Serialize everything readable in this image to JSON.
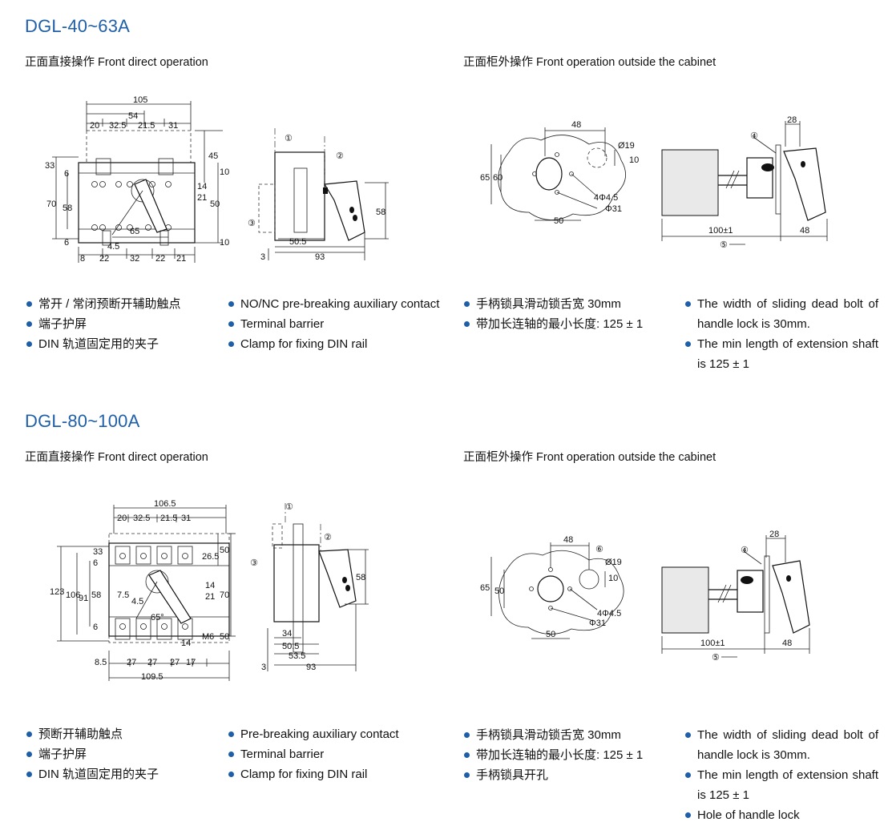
{
  "section1": {
    "title": "DGL-40~63A",
    "sub_left": "正面直接操作 Front direct operation",
    "sub_right": "正面柜外操作 Front operation outside the cabinet",
    "bullets_cn_left": [
      "常开 / 常闭预断开辅助触点",
      "端子护屏",
      "DIN 轨道固定用的夹子"
    ],
    "bullets_en_left": [
      "NO/NC pre-breaking auxiliary contact",
      "Terminal barrier",
      "Clamp for fixing DIN rail"
    ],
    "bullets_cn_right": [
      "手柄锁具滑动锁舌宽 30mm",
      "带加长连轴的最小长度:  125 ± 1"
    ],
    "bullets_en_right": [
      "The width of sliding dead bolt of handle lock is 30mm.",
      "The min length of extension shaft is 125 ± 1"
    ],
    "dims_front": [
      "105",
      "54",
      "20",
      "32.5",
      "21.5",
      "31",
      "33",
      "6",
      "45",
      "10",
      "70",
      "58",
      "14",
      "21",
      "50",
      "6",
      "10",
      "65",
      "4.5",
      "8",
      "22",
      "32",
      "22",
      "21"
    ],
    "dims_side": [
      "①",
      "②",
      "③",
      "58",
      "50.5",
      "3",
      "93"
    ],
    "dims_cut": [
      "48",
      "Ø19",
      "65",
      "60",
      "10",
      "4Φ4.5",
      "Φ31",
      "50"
    ],
    "dims_shaft": [
      "28",
      "④",
      "100±1",
      "48",
      "⑤"
    ]
  },
  "section2": {
    "title": "DGL-80~100A",
    "sub_left": "正面直接操作 Front direct operation",
    "sub_right": "正面柜外操作 Front operation outside the cabinet",
    "bullets_cn_left": [
      "预断开辅助触点",
      "端子护屏",
      "DIN 轨道固定用的夹子"
    ],
    "bullets_en_left": [
      "Pre-breaking auxiliary contact",
      "Terminal barrier",
      "Clamp for fixing DIN rail"
    ],
    "bullets_cn_right": [
      "手柄锁具滑动锁舌宽 30mm",
      "带加长连轴的最小长度:  125 ± 1",
      "手柄锁具开孔"
    ],
    "bullets_en_right": [
      "The width of sliding dead bolt of handle lock is 30mm.",
      "The min length of extension shaft is 125 ± 1",
      "Hole of handle lock"
    ],
    "dims_front": [
      "106.5",
      "20",
      "32.5",
      "21.5",
      "31",
      "33",
      "6",
      "26.5",
      "50",
      "123",
      "106",
      "91",
      "58",
      "14",
      "21",
      "70",
      "7.5",
      "4.5",
      "65°",
      "6",
      "M6",
      "50",
      "14",
      "8.5",
      "27",
      "27",
      "27",
      "17",
      "109.5"
    ],
    "dims_side": [
      "①",
      "②",
      "③",
      "58",
      "34",
      "50.5",
      "53.5",
      "3",
      "93"
    ],
    "dims_cut": [
      "48",
      "⑥",
      "Ø19",
      "65",
      "50",
      "10",
      "4Φ4.5",
      "Φ31",
      "50"
    ],
    "dims_shaft": [
      "28",
      "④",
      "100±1",
      "48",
      "⑤"
    ]
  }
}
